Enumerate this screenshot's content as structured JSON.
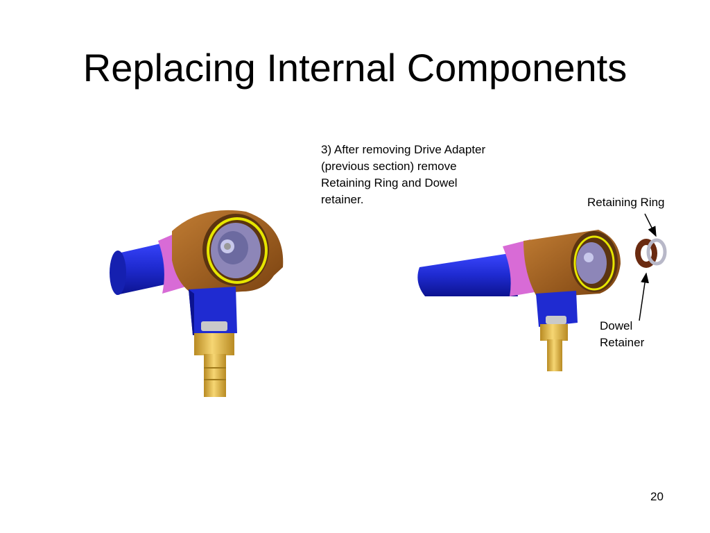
{
  "slide": {
    "title": "Replacing Internal Components",
    "instruction": "3)  After removing Drive Adapter (previous section) remove Retaining Ring and Dowel retainer.",
    "callouts": {
      "retaining_ring": "Retaining Ring",
      "dowel_retainer_line1": "Dowel",
      "dowel_retainer_line2": "Retainer"
    },
    "page_number": "20"
  },
  "colors": {
    "body_blue": "#1f2bd1",
    "body_brown": "#9a5a1a",
    "collar_pink": "#d86bd6",
    "ring_yellow": "#e6e600",
    "brass": "#e2b94a",
    "ring_silver": "#b8b8c8",
    "dowel_brown": "#6a2a10"
  },
  "figures": [
    {
      "name": "assembly-with-ring-installed"
    },
    {
      "name": "assembly-with-ring-removed"
    }
  ]
}
